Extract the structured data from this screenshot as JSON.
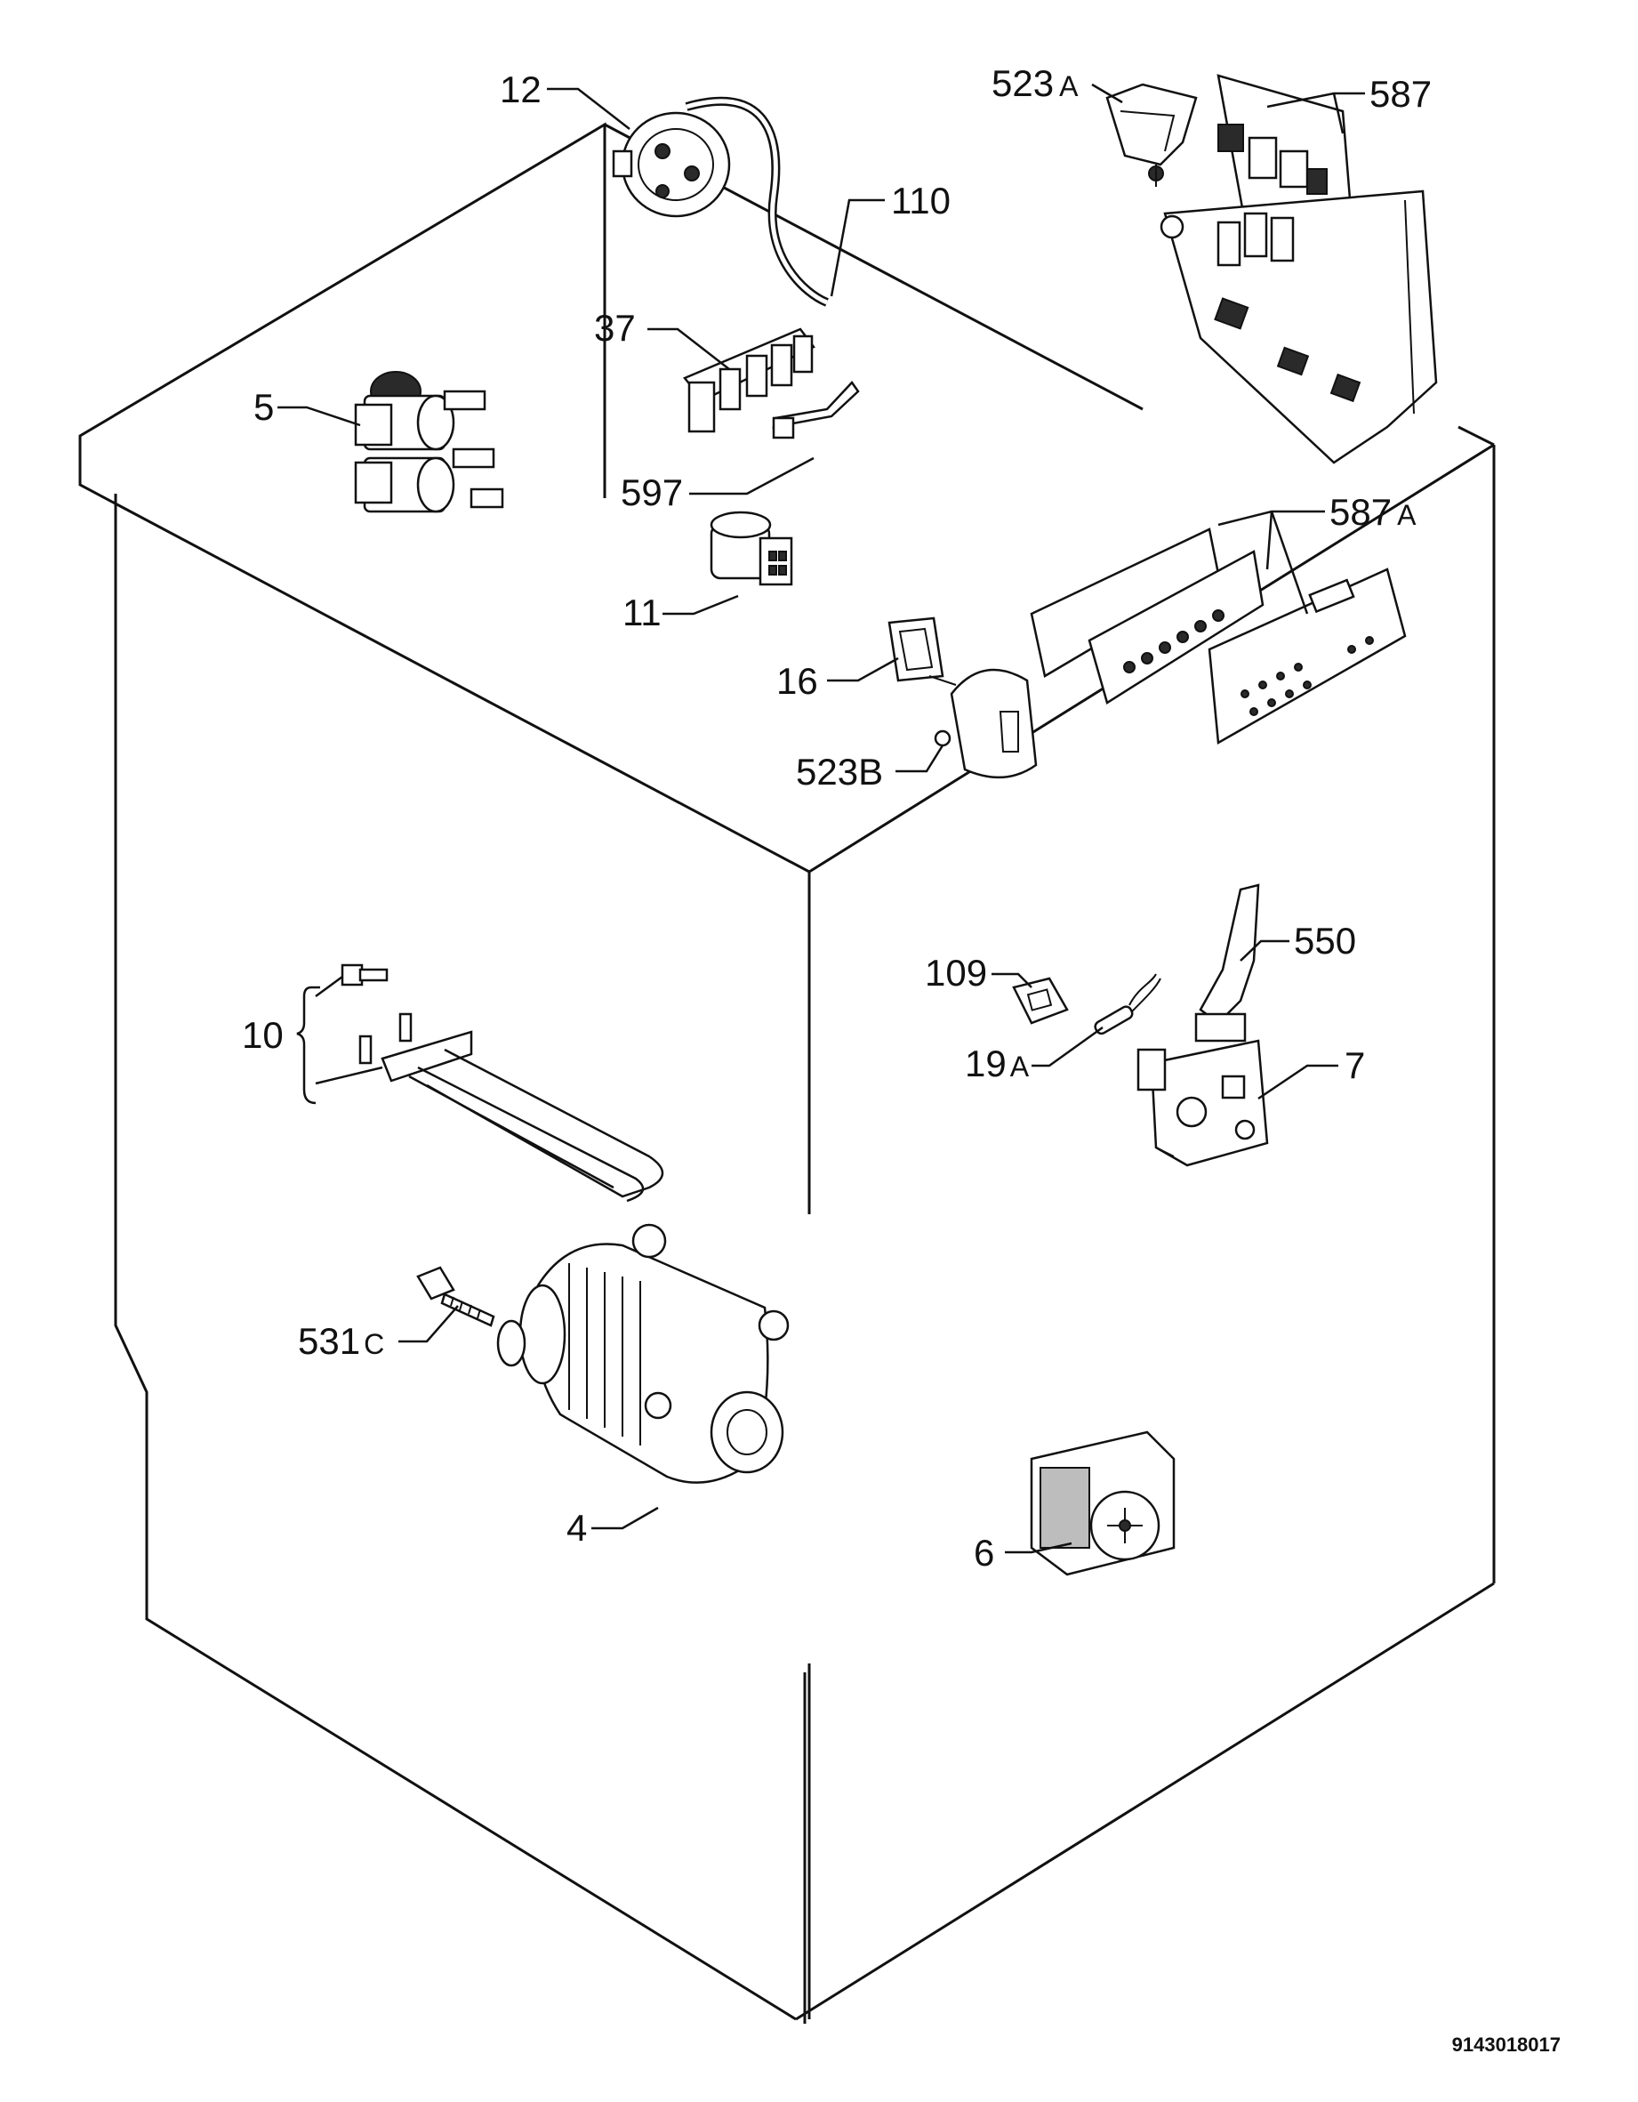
{
  "document_number": "9143018017",
  "callouts": [
    {
      "id": "12",
      "text": "12",
      "suffix": ""
    },
    {
      "id": "110",
      "text": "110",
      "suffix": ""
    },
    {
      "id": "523A",
      "text": "523",
      "suffix": "A"
    },
    {
      "id": "587",
      "text": "587",
      "suffix": ""
    },
    {
      "id": "37",
      "text": "37",
      "suffix": ""
    },
    {
      "id": "5",
      "text": "5",
      "suffix": ""
    },
    {
      "id": "597",
      "text": "597",
      "suffix": ""
    },
    {
      "id": "587A",
      "text": "587",
      "suffix": "A"
    },
    {
      "id": "11",
      "text": "11",
      "suffix": ""
    },
    {
      "id": "16",
      "text": "16",
      "suffix": ""
    },
    {
      "id": "523B",
      "text": "523B",
      "suffix": ""
    },
    {
      "id": "109",
      "text": "109",
      "suffix": ""
    },
    {
      "id": "550",
      "text": "550",
      "suffix": ""
    },
    {
      "id": "19A",
      "text": "19",
      "suffix": "A"
    },
    {
      "id": "7",
      "text": "7",
      "suffix": ""
    },
    {
      "id": "10",
      "text": "10",
      "suffix": ""
    },
    {
      "id": "531C",
      "text": "531",
      "suffix": "C"
    },
    {
      "id": "4",
      "text": "4",
      "suffix": ""
    },
    {
      "id": "6",
      "text": "6",
      "suffix": ""
    }
  ]
}
